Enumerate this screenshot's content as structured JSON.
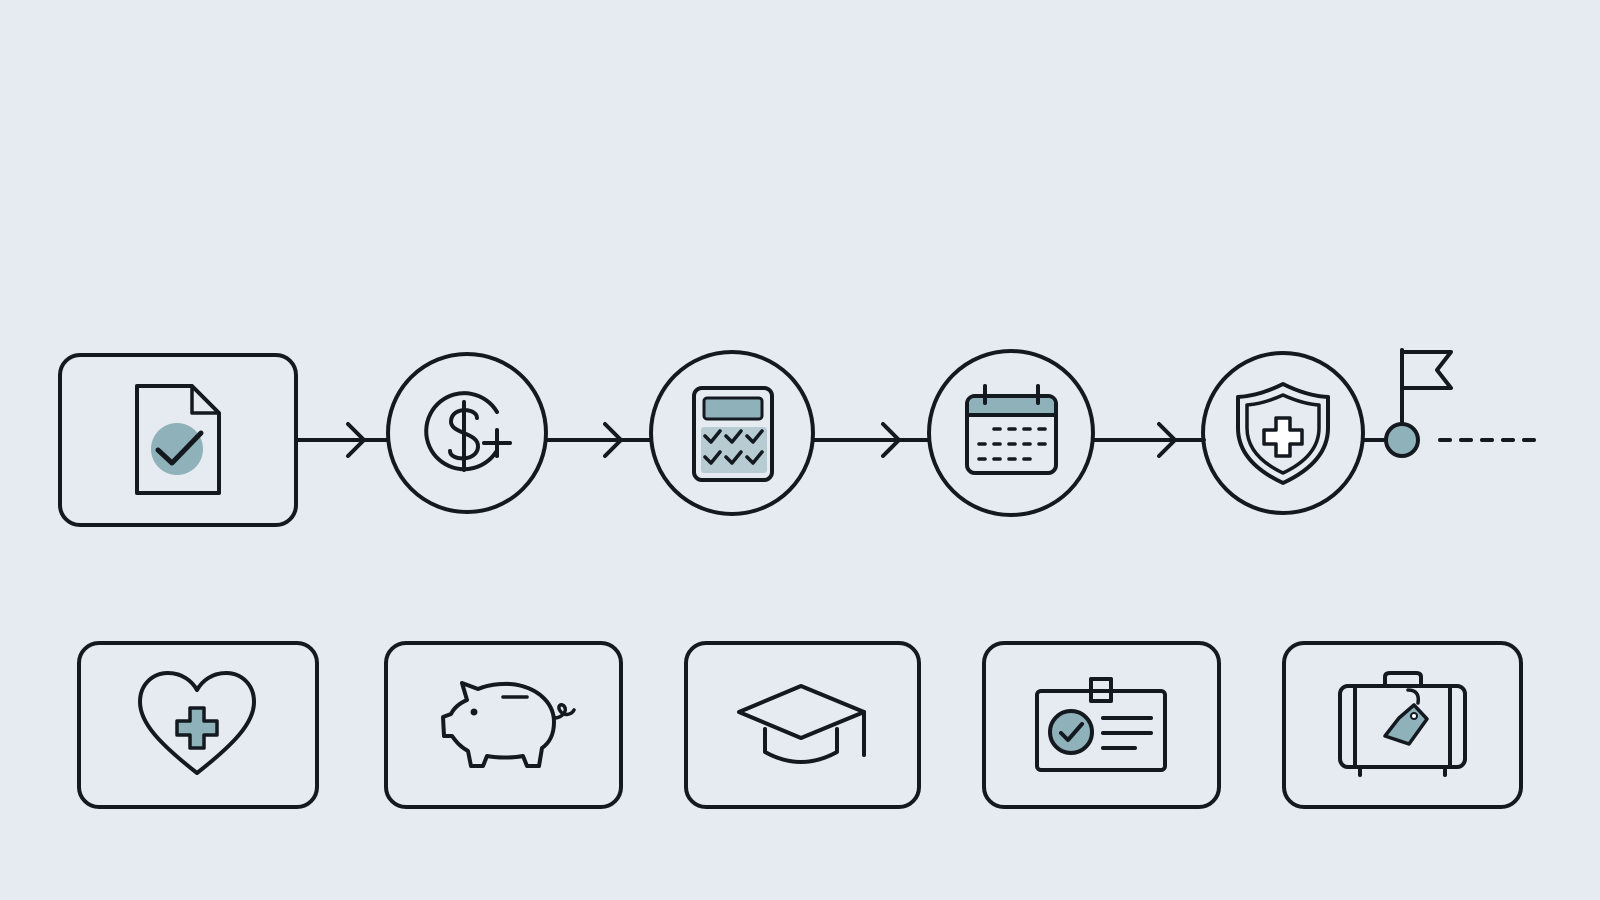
{
  "colors": {
    "background": "#e6ebf1",
    "stroke": "#13191f",
    "accent": "#8fb1ba",
    "fill_white": "#ffffff"
  },
  "flow": {
    "steps": [
      {
        "shape": "rounded-square",
        "icon": "document-check-icon"
      },
      {
        "shape": "circle",
        "icon": "dollar-plus-icon"
      },
      {
        "shape": "circle",
        "icon": "calculator-icon"
      },
      {
        "shape": "circle",
        "icon": "calendar-icon"
      },
      {
        "shape": "circle",
        "icon": "shield-plus-icon"
      }
    ],
    "end": {
      "icon": "flag-icon",
      "trailing": "dashed-line"
    }
  },
  "benefits": [
    {
      "icon": "heart-plus-icon"
    },
    {
      "icon": "piggy-bank-icon"
    },
    {
      "icon": "graduation-cap-icon"
    },
    {
      "icon": "id-badge-icon"
    },
    {
      "icon": "suitcase-icon"
    }
  ]
}
